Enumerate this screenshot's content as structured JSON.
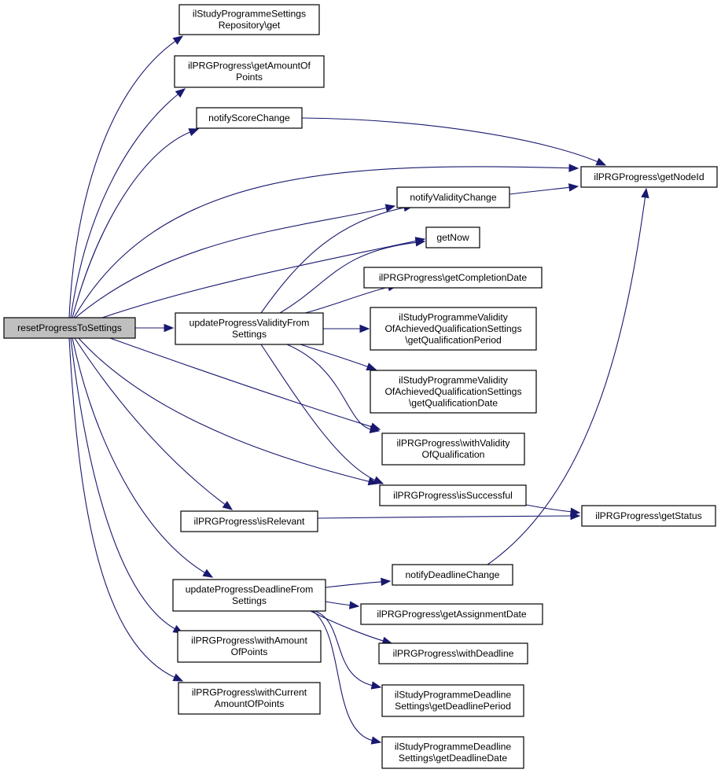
{
  "diagram": {
    "type": "call-graph",
    "title": "resetProgressToSettings call graph",
    "edge_color": "#191970",
    "root_fill": "#bfbfbf",
    "nodes": [
      {
        "id": "root",
        "lines": [
          "resetProgressToSettings"
        ],
        "root": true
      },
      {
        "id": "repo_get",
        "lines": [
          "ilStudyProgrammeSettings",
          "Repository\\get"
        ]
      },
      {
        "id": "getAmountOfPoints",
        "lines": [
          "ilPRGProgress\\getAmountOf",
          "Points"
        ]
      },
      {
        "id": "notifyScoreChange",
        "lines": [
          "notifyScoreChange"
        ]
      },
      {
        "id": "getNodeId",
        "lines": [
          "ilPRGProgress\\getNodeId"
        ]
      },
      {
        "id": "notifyValidityChange",
        "lines": [
          "notifyValidityChange"
        ]
      },
      {
        "id": "getNow",
        "lines": [
          "getNow"
        ]
      },
      {
        "id": "getCompletionDate",
        "lines": [
          "ilPRGProgress\\getCompletionDate"
        ]
      },
      {
        "id": "updateValidity",
        "lines": [
          "updateProgressValidityFrom",
          "Settings"
        ]
      },
      {
        "id": "getQualificationPeriod",
        "lines": [
          "ilStudyProgrammeValidity",
          "OfAchievedQualificationSettings",
          "\\getQualificationPeriod"
        ]
      },
      {
        "id": "getQualificationDate",
        "lines": [
          "ilStudyProgrammeValidity",
          "OfAchievedQualificationSettings",
          "\\getQualificationDate"
        ]
      },
      {
        "id": "withValidityOfQualification",
        "lines": [
          "ilPRGProgress\\withValidity",
          "OfQualification"
        ]
      },
      {
        "id": "isSuccessful",
        "lines": [
          "ilPRGProgress\\isSuccessful"
        ]
      },
      {
        "id": "isRelevant",
        "lines": [
          "ilPRGProgress\\isRelevant"
        ]
      },
      {
        "id": "getStatus",
        "lines": [
          "ilPRGProgress\\getStatus"
        ]
      },
      {
        "id": "notifyDeadlineChange",
        "lines": [
          "notifyDeadlineChange"
        ]
      },
      {
        "id": "updateDeadline",
        "lines": [
          "updateProgressDeadlineFrom",
          "Settings"
        ]
      },
      {
        "id": "getAssignmentDate",
        "lines": [
          "ilPRGProgress\\getAssignmentDate"
        ]
      },
      {
        "id": "withAmountOfPoints",
        "lines": [
          "ilPRGProgress\\withAmount",
          "OfPoints"
        ]
      },
      {
        "id": "withDeadline",
        "lines": [
          "ilPRGProgress\\withDeadline"
        ]
      },
      {
        "id": "withCurrentAmountOfPoints",
        "lines": [
          "ilPRGProgress\\withCurrent",
          "AmountOfPoints"
        ]
      },
      {
        "id": "getDeadlinePeriod",
        "lines": [
          "ilStudyProgrammeDeadline",
          "Settings\\getDeadlinePeriod"
        ]
      },
      {
        "id": "getDeadlineDate",
        "lines": [
          "ilStudyProgrammeDeadline",
          "Settings\\getDeadlineDate"
        ]
      }
    ],
    "edges": [
      {
        "from": "root",
        "to": "repo_get"
      },
      {
        "from": "root",
        "to": "getAmountOfPoints"
      },
      {
        "from": "root",
        "to": "notifyScoreChange"
      },
      {
        "from": "root",
        "to": "getNodeId"
      },
      {
        "from": "root",
        "to": "notifyValidityChange"
      },
      {
        "from": "root",
        "to": "getNow"
      },
      {
        "from": "root",
        "to": "updateValidity"
      },
      {
        "from": "root",
        "to": "withValidityOfQualification"
      },
      {
        "from": "root",
        "to": "isSuccessful"
      },
      {
        "from": "root",
        "to": "isRelevant"
      },
      {
        "from": "root",
        "to": "updateDeadline"
      },
      {
        "from": "root",
        "to": "withAmountOfPoints"
      },
      {
        "from": "root",
        "to": "withCurrentAmountOfPoints"
      },
      {
        "from": "notifyScoreChange",
        "to": "getNodeId"
      },
      {
        "from": "notifyValidityChange",
        "to": "getNodeId"
      },
      {
        "from": "updateValidity",
        "to": "notifyValidityChange"
      },
      {
        "from": "updateValidity",
        "to": "getNow"
      },
      {
        "from": "updateValidity",
        "to": "getCompletionDate"
      },
      {
        "from": "updateValidity",
        "to": "getQualificationPeriod"
      },
      {
        "from": "updateValidity",
        "to": "getQualificationDate"
      },
      {
        "from": "updateValidity",
        "to": "withValidityOfQualification"
      },
      {
        "from": "updateValidity",
        "to": "isSuccessful"
      },
      {
        "from": "isSuccessful",
        "to": "getStatus"
      },
      {
        "from": "isRelevant",
        "to": "getStatus"
      },
      {
        "from": "notifyDeadlineChange",
        "to": "getNodeId"
      },
      {
        "from": "updateDeadline",
        "to": "notifyDeadlineChange"
      },
      {
        "from": "updateDeadline",
        "to": "getAssignmentDate"
      },
      {
        "from": "updateDeadline",
        "to": "withDeadline"
      },
      {
        "from": "updateDeadline",
        "to": "getDeadlinePeriod"
      },
      {
        "from": "updateDeadline",
        "to": "getDeadlineDate"
      }
    ]
  }
}
